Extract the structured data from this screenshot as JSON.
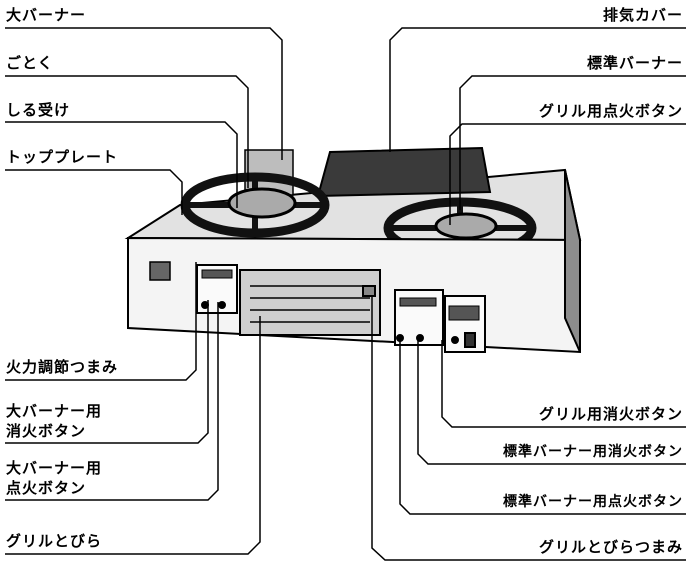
{
  "labels": {
    "large_burner": "大バーナー",
    "trivet": "ごとく",
    "drip_pan": "しる受け",
    "top_plate": "トッププレート",
    "flame_knob": "火力調節つまみ",
    "large_burner_off_1": "大バーナー用",
    "large_burner_off_2": "消火ボタン",
    "large_burner_on_1": "大バーナー用",
    "large_burner_on_2": "点火ボタン",
    "grill_door": "グリルとびら",
    "exhaust_cover": "排気カバー",
    "standard_burner": "標準バーナー",
    "grill_ignite": "グリル用点火ボタン",
    "grill_off": "グリル用消火ボタン",
    "std_burner_off": "標準バーナー用消火ボタン",
    "std_burner_on": "標準バーナー用点火ボタン",
    "grill_door_knob": "グリルとびらつまみ"
  }
}
